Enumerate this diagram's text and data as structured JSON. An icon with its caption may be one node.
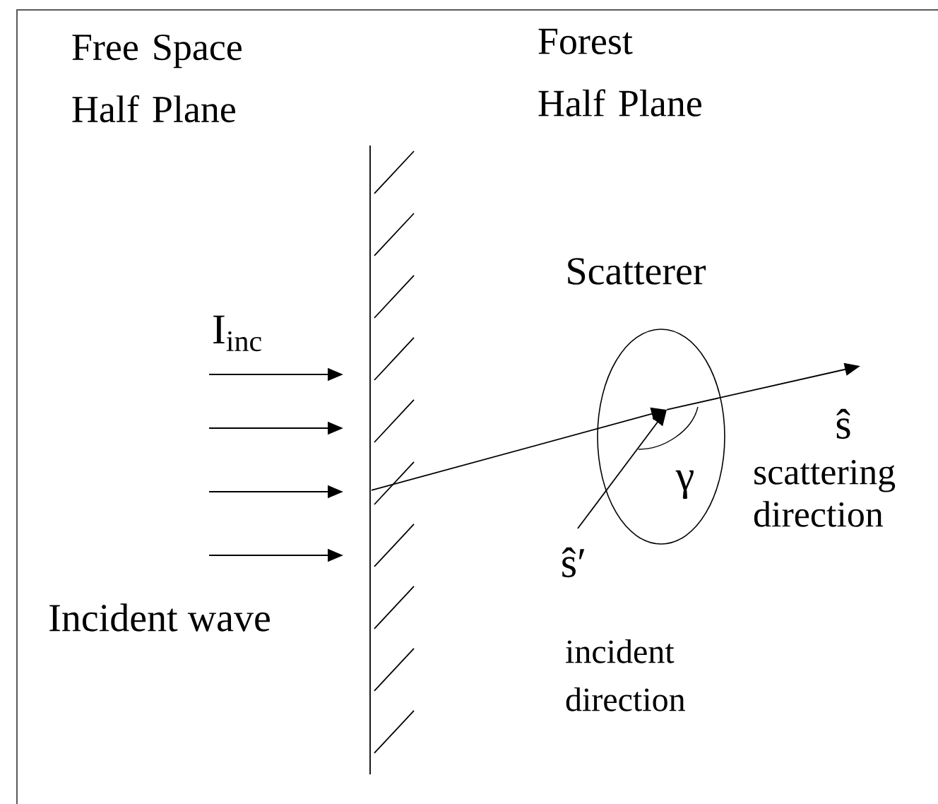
{
  "diagram": {
    "nodes": [
      {
        "text": [],
        "shape": "bar"
      },
      {
        "text": [
          "Scatterer"
        ]
      },
      {
        "text": [
          "ŝ′"
        ]
      }
    ],
    "edges": [
      {
        "from": 0,
        "to": 1,
        "arrow": "to"
      },
      {
        "from": 1,
        "to": null,
        "arrow": "to"
      },
      {
        "from": 2,
        "to": 1,
        "arrow": "to"
      }
    ],
    "labels": [
      "Free Space Half Plane",
      "Forest Half Plane",
      "I$_{inc}$",
      "Incident wave",
      "γ",
      "ŝ",
      "scattering direction",
      "incident direction"
    ]
  }
}
